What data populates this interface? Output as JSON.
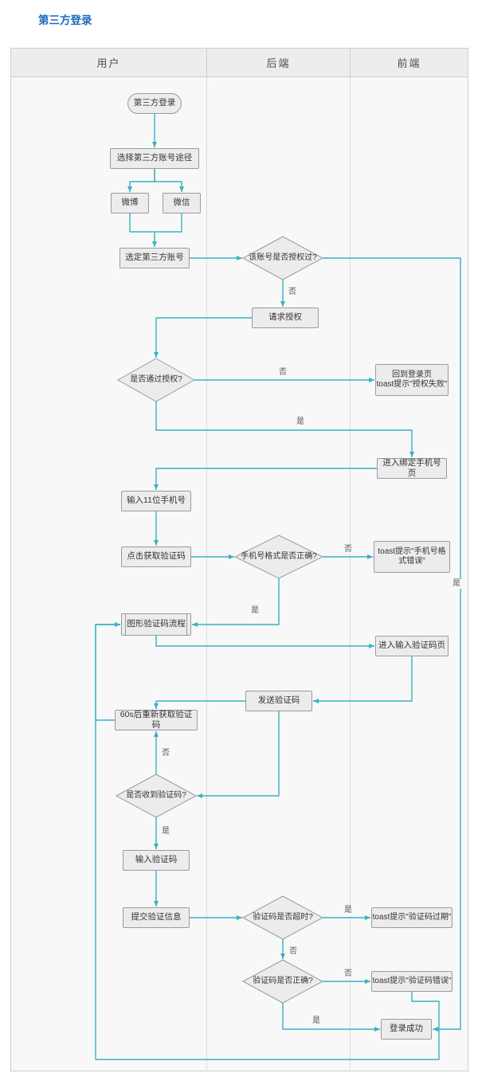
{
  "page": {
    "title": "第三方登录"
  },
  "lanes": [
    {
      "label": "用户"
    },
    {
      "label": "后端"
    },
    {
      "label": "前端"
    }
  ],
  "nodes": {
    "start": {
      "label": "第三方登录",
      "type": "start"
    },
    "choose_path": {
      "label": "选择第三方账号途径",
      "type": "process"
    },
    "weibo": {
      "label": "微博",
      "type": "process"
    },
    "wechat": {
      "label": "微信",
      "type": "process"
    },
    "select_account": {
      "label": "选定第三方账号",
      "type": "process"
    },
    "authorized_q": {
      "label": "该账号是否授权过?",
      "type": "decision"
    },
    "request_auth": {
      "label": "请求授权",
      "type": "process"
    },
    "pass_auth_q": {
      "label": "是否通过授权?",
      "type": "decision"
    },
    "toast_auth_fail": {
      "label": "回到登录页\ntoast提示\"授权失败\"",
      "type": "process"
    },
    "enter_bind_phone": {
      "label": "进入绑定手机号页",
      "type": "process"
    },
    "input_phone": {
      "label": "输入11位手机号",
      "type": "process"
    },
    "click_get_code": {
      "label": "点击获取验证码",
      "type": "process"
    },
    "phone_format_q": {
      "label": "手机号格式是否正确?",
      "type": "decision"
    },
    "toast_phone_error": {
      "label": "toast提示\"手机号格式错误\"",
      "type": "process"
    },
    "captcha_flow": {
      "label": "图形验证码流程",
      "type": "subprocess"
    },
    "enter_code_page": {
      "label": "进入输入验证码页",
      "type": "process"
    },
    "send_code": {
      "label": "发送验证码",
      "type": "process"
    },
    "retry_60s": {
      "label": "60s后重新获取验证码",
      "type": "process"
    },
    "received_q": {
      "label": "是否收到验证码?",
      "type": "decision"
    },
    "input_code": {
      "label": "输入验证码",
      "type": "process"
    },
    "submit_info": {
      "label": "提交验证信息",
      "type": "process"
    },
    "timeout_q": {
      "label": "验证码是否超时?",
      "type": "decision"
    },
    "toast_expired": {
      "label": "toast提示\"验证码过期\"",
      "type": "process"
    },
    "correct_q": {
      "label": "验证码是否正确?",
      "type": "decision"
    },
    "toast_wrong": {
      "label": "toast提示\"验证码错误\"",
      "type": "process"
    },
    "login_success": {
      "label": "登录成功",
      "type": "process"
    }
  },
  "labels": {
    "yes": "是",
    "no": "否"
  },
  "edges": [
    {
      "from": "start",
      "to": "choose_path"
    },
    {
      "from": "choose_path",
      "to": "weibo"
    },
    {
      "from": "choose_path",
      "to": "wechat"
    },
    {
      "from": "weibo",
      "to": "select_account"
    },
    {
      "from": "wechat",
      "to": "select_account"
    },
    {
      "from": "select_account",
      "to": "authorized_q"
    },
    {
      "from": "authorized_q",
      "to": "request_auth",
      "label": "否"
    },
    {
      "from": "authorized_q",
      "to": "login_success",
      "label": "是"
    },
    {
      "from": "request_auth",
      "to": "pass_auth_q"
    },
    {
      "from": "pass_auth_q",
      "to": "toast_auth_fail",
      "label": "否"
    },
    {
      "from": "pass_auth_q",
      "to": "enter_bind_phone",
      "label": "是"
    },
    {
      "from": "enter_bind_phone",
      "to": "input_phone"
    },
    {
      "from": "input_phone",
      "to": "click_get_code"
    },
    {
      "from": "click_get_code",
      "to": "phone_format_q"
    },
    {
      "from": "phone_format_q",
      "to": "toast_phone_error",
      "label": "否"
    },
    {
      "from": "phone_format_q",
      "to": "captcha_flow",
      "label": "是"
    },
    {
      "from": "captcha_flow",
      "to": "enter_code_page"
    },
    {
      "from": "enter_code_page",
      "to": "send_code"
    },
    {
      "from": "send_code",
      "to": "retry_60s"
    },
    {
      "from": "send_code",
      "to": "received_q"
    },
    {
      "from": "received_q",
      "to": "retry_60s",
      "label": "否"
    },
    {
      "from": "retry_60s",
      "to": "captcha_flow"
    },
    {
      "from": "received_q",
      "to": "input_code",
      "label": "是"
    },
    {
      "from": "input_code",
      "to": "submit_info"
    },
    {
      "from": "submit_info",
      "to": "timeout_q"
    },
    {
      "from": "timeout_q",
      "to": "toast_expired",
      "label": "是"
    },
    {
      "from": "timeout_q",
      "to": "correct_q",
      "label": "否"
    },
    {
      "from": "correct_q",
      "to": "toast_wrong",
      "label": "否"
    },
    {
      "from": "correct_q",
      "to": "login_success",
      "label": "是"
    },
    {
      "from": "toast_wrong",
      "to": "captcha_flow"
    }
  ],
  "colors": {
    "title": "#1b6cb8",
    "connector": "#36b2c3",
    "node_fill": "#ececec",
    "node_border": "#9b9b9b",
    "lane_bg": "#f8f8f8",
    "lane_header_bg": "#ededed"
  }
}
